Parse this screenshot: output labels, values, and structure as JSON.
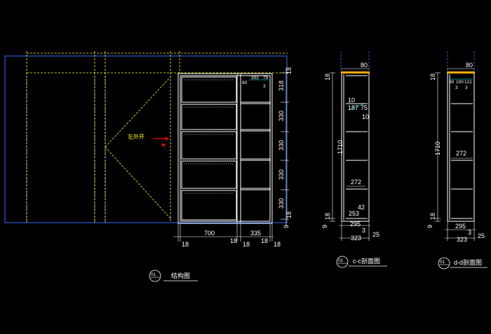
{
  "colors": {
    "background": "#000000",
    "outline": "#ffffff",
    "hidden_line": "#ffff00",
    "frame": "#3b6cff",
    "leader": "#00ffff",
    "cut_mark": "#ff0000"
  },
  "elevation": {
    "caption_number": "01",
    "caption_title": "结构图",
    "door_note": "左外开",
    "bottom_dims": [
      "700",
      "335"
    ],
    "thickness_dims": [
      "18",
      "18",
      "18",
      "18"
    ],
    "right_dims": [
      "18",
      "318",
      "330",
      "330",
      "330",
      "330",
      "18",
      "9"
    ],
    "top_dims": [
      "80",
      "302",
      "79",
      "3"
    ]
  },
  "section_cc": {
    "caption_number": "01",
    "caption_title": "c-c剖面图",
    "top_dim": "80",
    "left_top_dim": "18",
    "height_dim": "1710",
    "left_bottom_dims": [
      "18",
      "9"
    ],
    "inner_dims": [
      "10",
      "187",
      "75",
      "10",
      "272",
      "42",
      "253"
    ],
    "bottom_dims": [
      "295",
      "323",
      "3",
      "25"
    ]
  },
  "section_dd": {
    "caption_number": "01",
    "caption_title": "d-d剖面图",
    "top_dim": "80",
    "left_top_dim": "18",
    "height_dim": "1710",
    "left_bottom_dims": [
      "18",
      "9"
    ],
    "inner_dims": [
      "80",
      "100",
      "121",
      "3",
      "3",
      "272"
    ],
    "bottom_dims": [
      "295",
      "323",
      "3",
      "25"
    ]
  }
}
